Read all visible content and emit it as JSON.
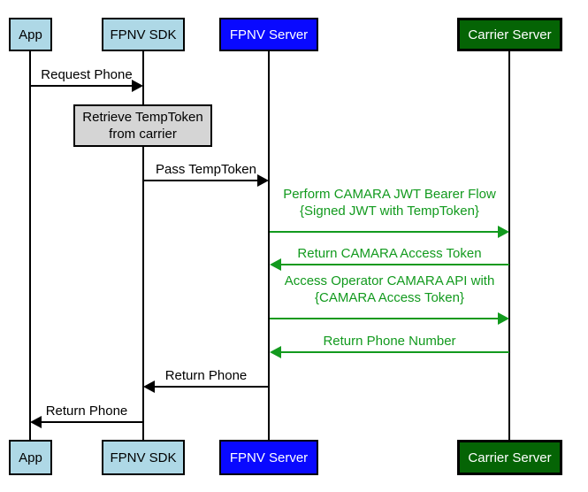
{
  "diagram_type": "sequence-diagram",
  "actors": [
    {
      "id": "app",
      "label": "App",
      "fill": "#aed8e6",
      "text_color": "#000000"
    },
    {
      "id": "fpnv-sdk",
      "label": "FPNV SDK",
      "fill": "#aed8e6",
      "text_color": "#000000"
    },
    {
      "id": "fpnv-server",
      "label": "FPNV Server",
      "fill": "#0909ff",
      "text_color": "#ffffff"
    },
    {
      "id": "carrier-server",
      "label": "Carrier Server",
      "fill": "#056405",
      "text_color": "#ffffff"
    }
  ],
  "note": {
    "line1": "Retrieve TempToken",
    "line2": "from carrier",
    "on": "FPNV SDK",
    "fill": "#d5d5d5"
  },
  "messages": [
    {
      "from": "App",
      "to": "FPNV SDK",
      "label": "Request Phone",
      "color": "#000000",
      "direction": "right"
    },
    {
      "from": "FPNV SDK",
      "to": "FPNV Server",
      "label": "Pass TempToken",
      "color": "#000000",
      "direction": "right"
    },
    {
      "from": "FPNV Server",
      "to": "Carrier Server",
      "line1": "Perform CAMARA JWT Bearer Flow",
      "line2": "{Signed JWT with TempToken}",
      "color": "#129a1e",
      "direction": "right"
    },
    {
      "from": "Carrier Server",
      "to": "FPNV Server",
      "label": "Return CAMARA Access Token",
      "color": "#129a1e",
      "direction": "left"
    },
    {
      "from": "FPNV Server",
      "to": "Carrier Server",
      "line1": "Access Operator CAMARA API with",
      "line2": "{CAMARA Access Token}",
      "color": "#129a1e",
      "direction": "right"
    },
    {
      "from": "Carrier Server",
      "to": "FPNV Server",
      "label": "Return Phone Number",
      "color": "#129a1e",
      "direction": "left"
    },
    {
      "from": "FPNV Server",
      "to": "FPNV SDK",
      "label": "Return Phone",
      "color": "#000000",
      "direction": "left"
    },
    {
      "from": "FPNV SDK",
      "to": "App",
      "label": "Return Phone",
      "color": "#000000",
      "direction": "left"
    }
  ],
  "colors": {
    "actor_light_blue": "#aed8e6",
    "actor_blue": "#0909ff",
    "actor_dark_green": "#056405",
    "message_green": "#129a1e",
    "note_gray": "#d5d5d5",
    "line_black": "#000000",
    "background": "#ffffff"
  }
}
